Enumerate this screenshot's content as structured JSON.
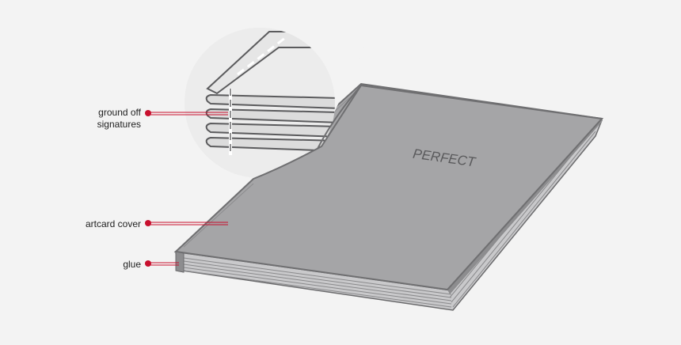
{
  "labels": {
    "ground_off_line1": "ground off",
    "ground_off_line2": "signatures",
    "artcard_cover": "artcard cover",
    "glue": "glue"
  },
  "cover_text": "PERFECT",
  "colors": {
    "background": "#f3f3f3",
    "cover": "#a5a5a7",
    "edge": "#7b7b7d",
    "marker": "#c8102e"
  }
}
